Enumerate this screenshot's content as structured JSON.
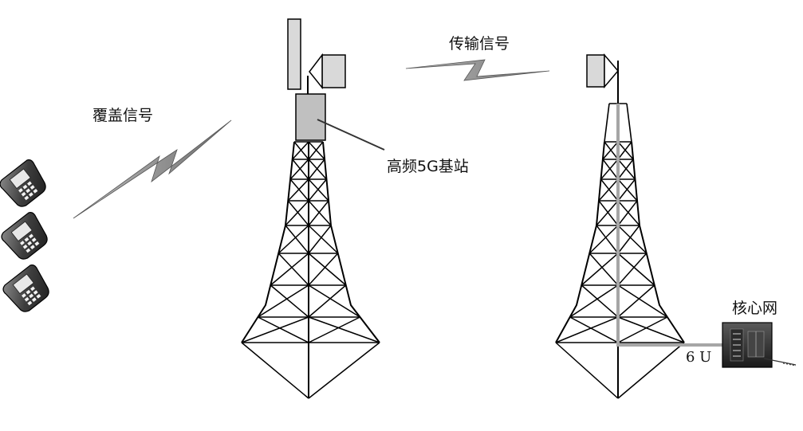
{
  "labels": {
    "coverage_signal": "覆盖信号",
    "transmission_signal": "传输信号",
    "base_station": "高频5G基站",
    "core_network": "核心网",
    "link_6u": "6 U"
  },
  "colors": {
    "stroke": "#000000",
    "panel_fill": "#d9d9d9",
    "station_fill": "#c0c0c0",
    "phone_body": "#4a4a4a",
    "feed_line": "#a6a6a6"
  },
  "icons": {
    "phone": "mobile-phone-icon",
    "antenna_panel": "sector-antenna-icon",
    "microwave_dish": "microwave-antenna-icon",
    "signal_bolt": "lightning-signal-icon",
    "core_device": "core-network-device-icon"
  }
}
